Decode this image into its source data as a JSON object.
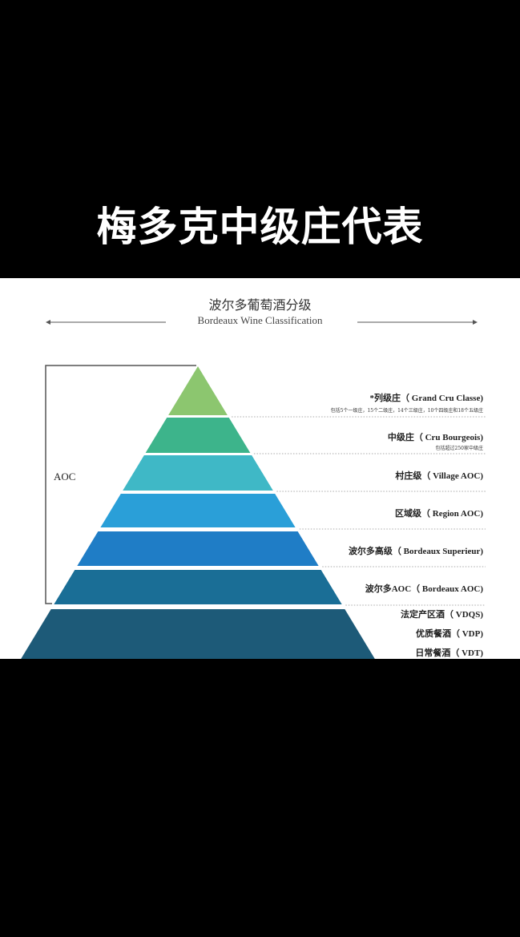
{
  "header": {
    "title": "梅多克中级庄代表"
  },
  "diagram": {
    "title_zh": "波尔多葡萄酒分级",
    "title_en": "Bordeaux Wine Classification",
    "bracket_label": "AOC",
    "layers": [
      {
        "label": "*列级庄（ Grand Cru Classe)",
        "note": "包括5个一级庄，15个二级庄，14个三级庄，10个四级庄和18个五级庄",
        "color": "#8cc66f"
      },
      {
        "label": "中级庄（ Cru Bourgeois)",
        "note": "包括超过250家中级庄",
        "color": "#3db48b"
      },
      {
        "label": "村庄级（ Village AOC)",
        "note": "",
        "color": "#3fb8c6"
      },
      {
        "label": "区域级（ Region AOC)",
        "note": "",
        "color": "#2a9fd8"
      },
      {
        "label": "波尔多高级（ Bordeaux Superieur)",
        "note": "",
        "color": "#1f7dc6"
      },
      {
        "label": "波尔多AOC（ Bordeaux AOC)",
        "note": "",
        "color": "#1a6e96"
      },
      {
        "label": "",
        "note": "",
        "color": "#1d5a78"
      }
    ],
    "base_labels": [
      "法定产区酒（ VDQS)",
      "优质餐酒（ VDP)",
      "日常餐酒（ VDT)"
    ]
  }
}
